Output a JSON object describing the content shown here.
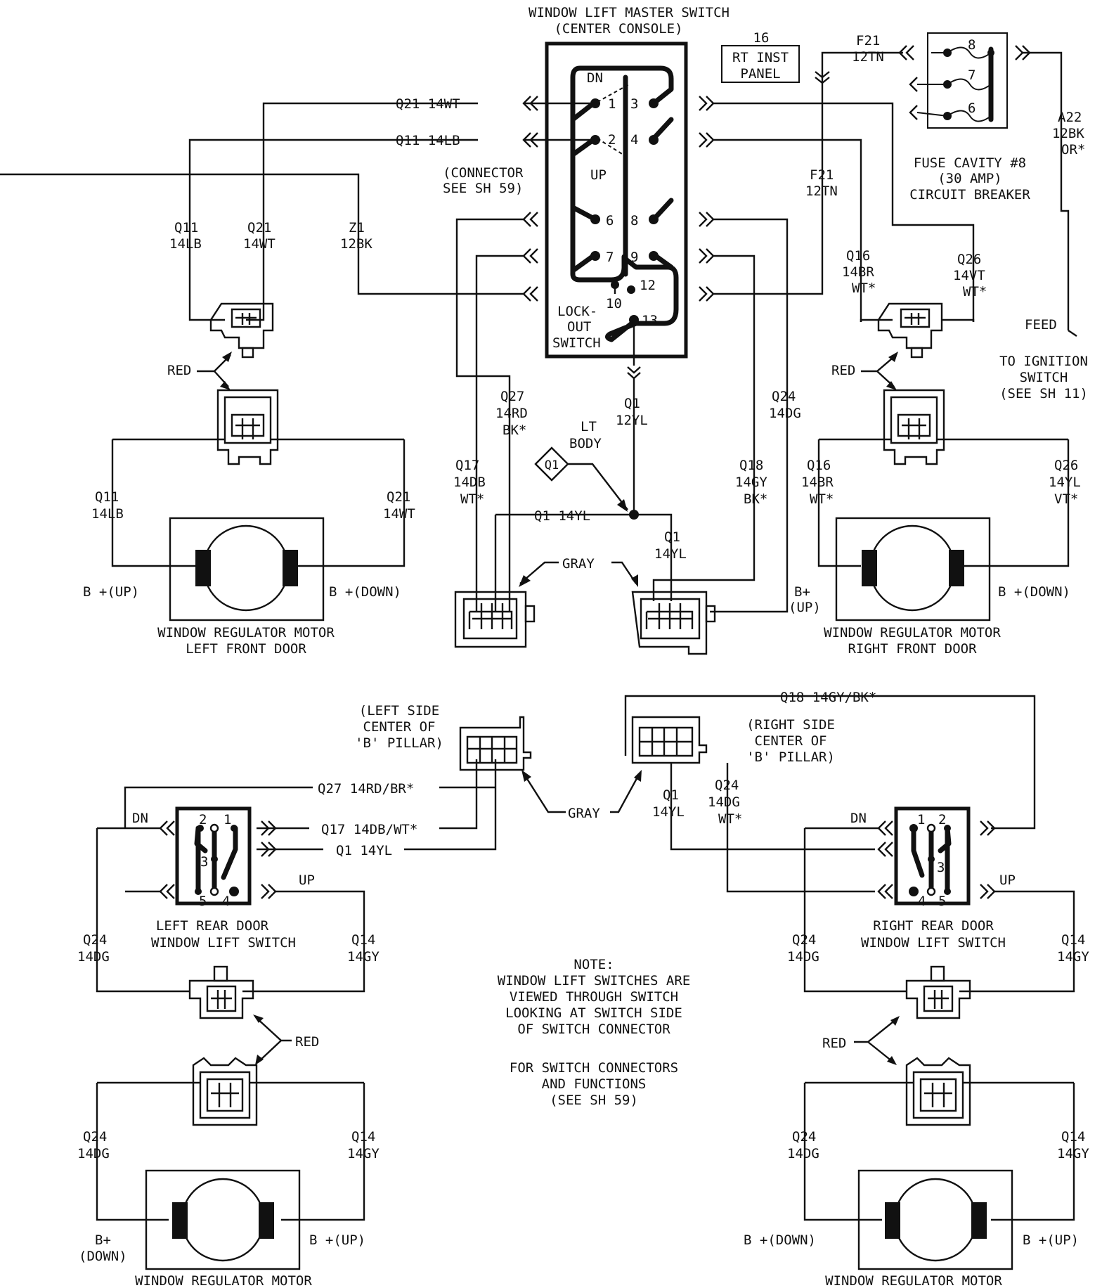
{
  "master_switch": {
    "title_line1": "WINDOW LIFT MASTER SWITCH",
    "title_line2": "(CENTER CONSOLE)",
    "dn": "DN",
    "up": "UP",
    "lockout_line1": "LOCK-",
    "lockout_line2": "OUT",
    "lockout_line3": "SWITCH",
    "pins": [
      "1",
      "2",
      "3",
      "4",
      "6",
      "7",
      "8",
      "9",
      "10",
      "12",
      "13"
    ],
    "connector_note_line1": "(CONNECTOR",
    "connector_note_line2": "SEE SH 59)"
  },
  "fuse": {
    "num": "16",
    "panel_line1": "RT INST",
    "panel_line2": "PANEL",
    "f21_top_a": "F21",
    "f21_top_b": "12TN",
    "f21_mid_a": "F21",
    "f21_mid_b": "12TN",
    "pins": [
      "8",
      "7",
      "6"
    ],
    "cavity_line1": "FUSE CAVITY #8",
    "cavity_line2": "(30 AMP)",
    "cavity_line3": "CIRCUIT BREAKER",
    "a22_a": "A22",
    "a22_b": "12BK",
    "a22_c": "OR*",
    "feed": "FEED",
    "ign_line1": "TO IGNITION",
    "ign_line2": "SWITCH",
    "ign_line3": "(SEE SH 11)"
  },
  "wires": {
    "q21_14wt": "Q21  14WT",
    "q11_14lb": "Q11  14LB",
    "q11_a": "Q11",
    "q11_b": "14LB",
    "q21_a": "Q21",
    "q21_b": "14WT",
    "z1_a": "Z1",
    "z1_b": "12BK",
    "q16_a": "Q16",
    "q16_b": "14BR",
    "q16_c": "WT*",
    "q26_a": "Q26",
    "q26_b": "14VT",
    "q26_c": "WT*",
    "q27_a": "Q27",
    "q27_b": "14RD",
    "q27_c": "BK*",
    "q24_a": "Q24",
    "q24_b": "14DG",
    "q1_a": "Q1",
    "q1_b": "12YL",
    "lt_a": "LT",
    "lt_b": "BODY",
    "ground_q1": "Q1",
    "q17_a": "Q17",
    "q17_b": "14DB",
    "q17_c": "WT*",
    "q18_a": "Q18",
    "q18_b": "14GY",
    "q18_c": "BK*",
    "q1_14yl": "Q1  14YL",
    "q1b_a": "Q1",
    "q1b_b": "14YL",
    "gray": "GRAY",
    "red": "RED"
  },
  "lf": {
    "q11_a": "Q11",
    "q11_b": "14LB",
    "q21_a": "Q21",
    "q21_b": "14WT",
    "b_up": "B +(UP)",
    "b_down": "B +(DOWN)",
    "motor_line1": "WINDOW REGULATOR MOTOR",
    "motor_line2": "LEFT FRONT DOOR"
  },
  "rf": {
    "q16_a": "Q16",
    "q16_b": "14BR",
    "q16_c": "WT*",
    "q26_a": "Q26",
    "q26_b": "14YL",
    "q26_c": "VT*",
    "b_up_a": "B+",
    "b_up_b": "(UP)",
    "b_down": "B +(DOWN)",
    "motor_line1": "WINDOW REGULATOR MOTOR",
    "motor_line2": "RIGHT FRONT DOOR"
  },
  "pillar": {
    "left_line1": "(LEFT SIDE",
    "left_line2": "CENTER OF",
    "left_line3": "'B' PILLAR)",
    "right_line1": "(RIGHT SIDE",
    "right_line2": "CENTER OF",
    "right_line3": "'B' PILLAR)",
    "q18": "Q18  14GY/BK*",
    "q27": "Q27  14RD/BR*",
    "q17": "Q17  14DB/WT*",
    "q1": "Q1  14YL",
    "gray": "GRAY",
    "q1r_a": "Q1",
    "q1r_b": "14YL",
    "q24_a": "Q24",
    "q24_b": "14DG",
    "q24_c": "WT*"
  },
  "lr": {
    "dn": "DN",
    "up": "UP",
    "pins": [
      "2",
      "1",
      "3",
      "5",
      "4"
    ],
    "sw_line1": "LEFT REAR DOOR",
    "sw_line2": "WINDOW LIFT SWITCH",
    "q24_a": "Q24",
    "q24_b": "14DG",
    "q14_a": "Q14",
    "q14_b": "14GY",
    "red": "RED",
    "m_q24_a": "Q24",
    "m_q24_b": "14DG",
    "m_q14_a": "Q14",
    "m_q14_b": "14GY",
    "b_down_a": "B+",
    "b_down_b": "(DOWN)",
    "b_up": "B +(UP)",
    "motor_line1": "WINDOW REGULATOR MOTOR"
  },
  "rr": {
    "dn": "DN",
    "up": "UP",
    "pins": [
      "1",
      "2",
      "3",
      "4",
      "5"
    ],
    "sw_line1": "RIGHT REAR DOOR",
    "sw_line2": "WINDOW LIFT SWITCH",
    "q24_a": "Q24",
    "q24_b": "14DG",
    "q14_a": "Q14",
    "q14_b": "14GY",
    "red": "RED",
    "m_q24_a": "Q24",
    "m_q24_b": "14DG",
    "m_q14_a": "Q14",
    "m_q14_b": "14GY",
    "b_down": "B +(DOWN)",
    "b_up": "B +(UP)",
    "motor_line1": "WINDOW REGULATOR MOTOR"
  },
  "note": {
    "line1": "NOTE:",
    "line2": "WINDOW LIFT SWITCHES ARE",
    "line3": "VIEWED THROUGH SWITCH",
    "line4": "LOOKING AT SWITCH SIDE",
    "line5": "OF SWITCH CONNECTOR",
    "line6": "FOR SWITCH CONNECTORS",
    "line7": "AND FUNCTIONS",
    "line8": "(SEE SH 59)"
  }
}
